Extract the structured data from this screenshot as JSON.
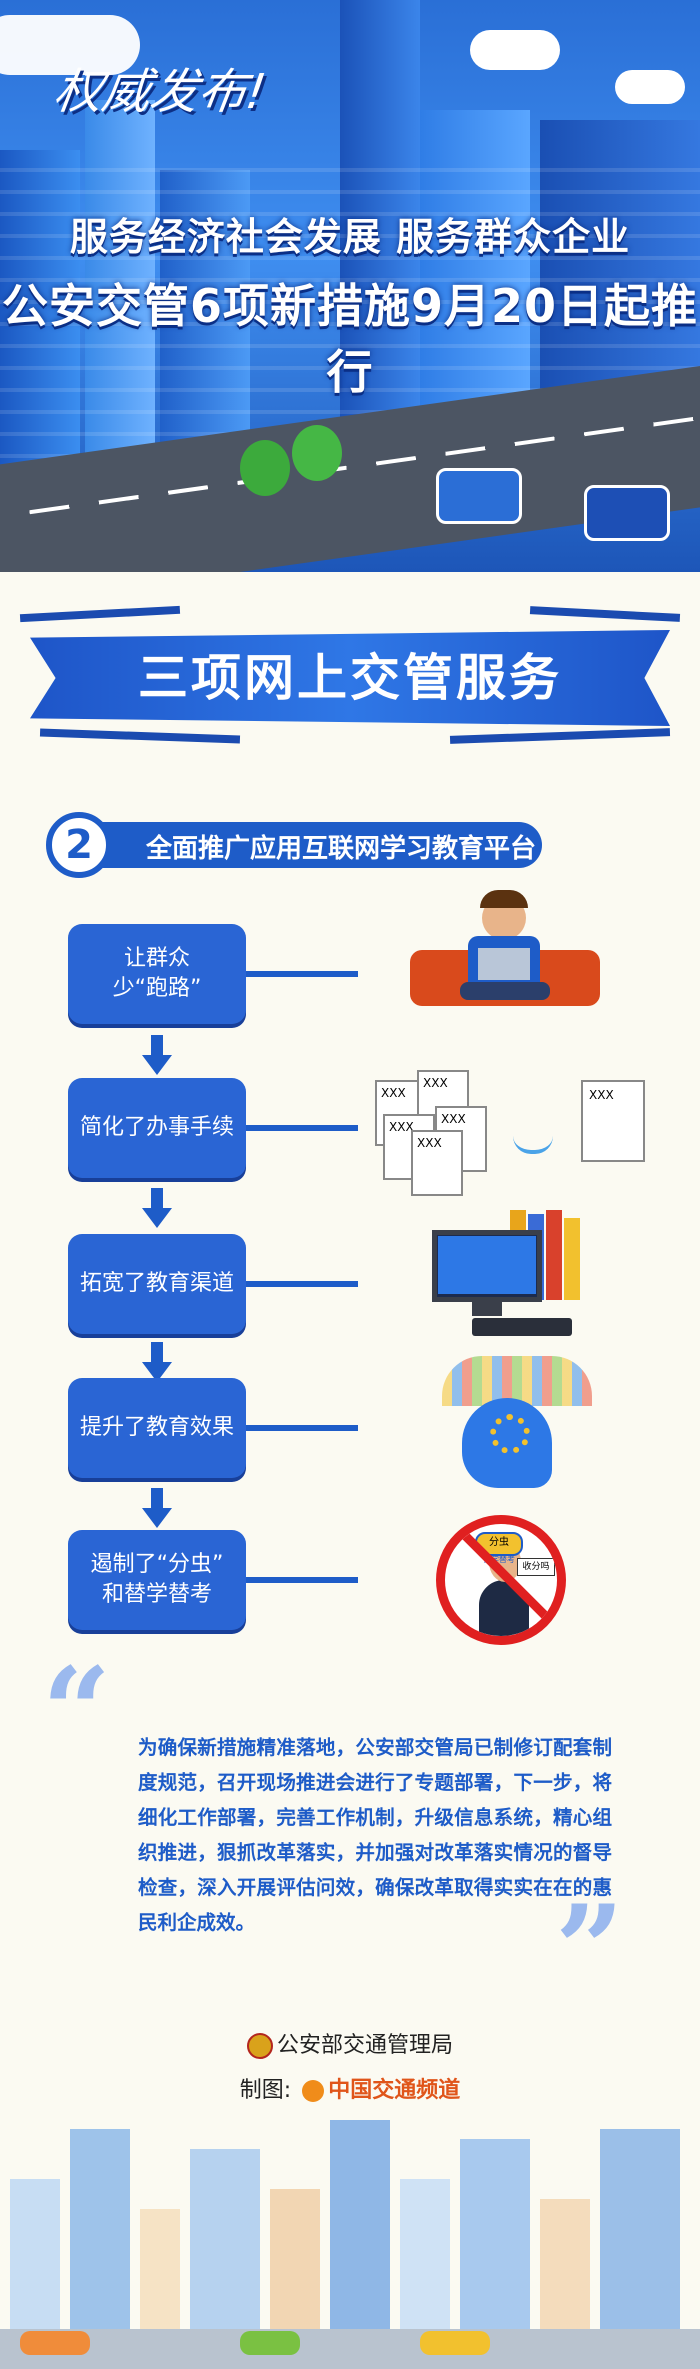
{
  "hero": {
    "badge": "权威发布!",
    "subtitle": "服务经济社会发展 服务群众企业",
    "headline": "公安交管6项新措施9月20日起推行"
  },
  "banner": {
    "title": "三项网上交管服务"
  },
  "section": {
    "number": "2",
    "title": "全面推广应用互联网学习教育平台"
  },
  "steps": [
    {
      "line1": "让群众",
      "line2": "少“跑路”",
      "icon": "person-laptop-sofa-icon"
    },
    {
      "line1": "简化了办事手续",
      "line2": "",
      "icon": "documents-icon",
      "doc_labels": [
        "XXX",
        "XXX",
        "XXX",
        "XXX",
        "XXX",
        "XXX"
      ]
    },
    {
      "line1": "拓宽了教育渠道",
      "line2": "",
      "icon": "computer-books-icon"
    },
    {
      "line1": "提升了教育效果",
      "line2": "",
      "icon": "brain-gears-icon"
    },
    {
      "line1": "遏制了“分虫”",
      "line2": "和替学替考",
      "icon": "prohibited-icon",
      "sign_labels": [
        "分虫",
        "替学替考",
        "收分吗"
      ]
    }
  ],
  "quote": {
    "text": "为确保新措施精准落地，公安部交管局已制修订配套制度规范，召开现场推进会进行了专题部署，下一步，将细化工作部署，完善工作机制，升级信息系统，精心组织推进，狠抓改革落实，并加强对改革落实情况的督导检查，深入开展评估问效，确保改革取得实实在在的惠民利企成效。"
  },
  "footer": {
    "agency": "公安部交通管理局",
    "credit_label": "制图:",
    "credit_org": "中国交通频道"
  },
  "colors": {
    "primary": "#1e5cc8",
    "step_box": "#2a65d4",
    "quote_mark": "#9bb9ee",
    "background": "#fbfaf2"
  }
}
